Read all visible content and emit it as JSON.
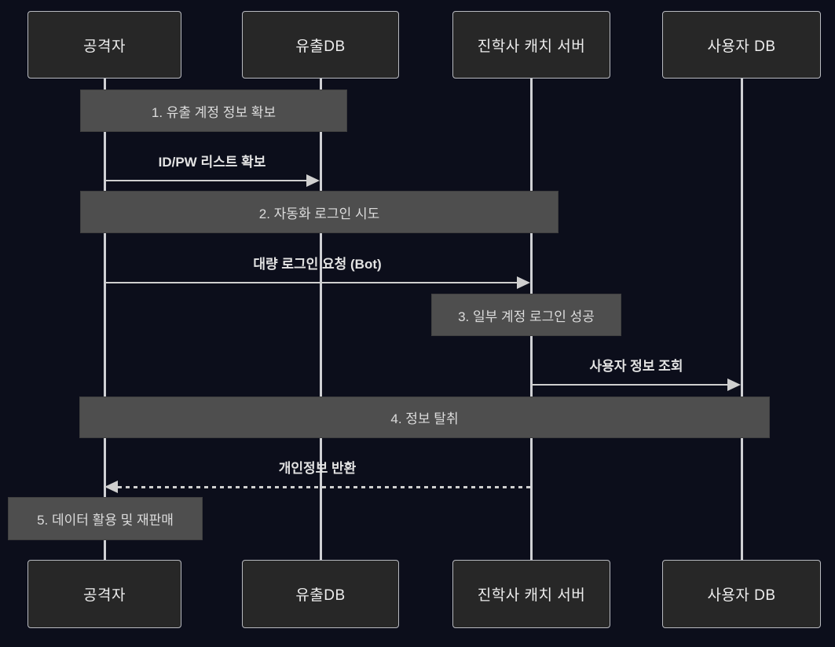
{
  "diagram_type": "sequence-diagram",
  "actors": [
    {
      "label": "공격자"
    },
    {
      "label": "유출DB"
    },
    {
      "label": "진학사 캐치 서버"
    },
    {
      "label": "사용자 DB"
    }
  ],
  "notes": [
    {
      "label": "1. 유출 계정 정보 확보",
      "over": [
        "공격자",
        "유출DB"
      ]
    },
    {
      "label": "2. 자동화 로그인 시도",
      "over": [
        "공격자",
        "진학사 캐치 서버"
      ]
    },
    {
      "label": "3. 일부 계정 로그인 성공",
      "over": [
        "진학사 캐치 서버"
      ]
    },
    {
      "label": "4. 정보 탈취",
      "over": [
        "공격자",
        "사용자 DB"
      ]
    },
    {
      "label": "5. 데이터 활용 및 재판매",
      "over": [
        "공격자"
      ]
    }
  ],
  "messages": [
    {
      "from": "공격자",
      "to": "유출DB",
      "label": "ID/PW 리스트 확보",
      "line": "solid"
    },
    {
      "from": "공격자",
      "to": "진학사 캐치 서버",
      "label": "대량 로그인 요청 (Bot)",
      "line": "solid"
    },
    {
      "from": "진학사 캐치 서버",
      "to": "사용자 DB",
      "label": "사용자 정보 조회",
      "line": "solid"
    },
    {
      "from": "진학사 캐치 서버",
      "to": "공격자",
      "label": "개인정보 반환",
      "line": "dotted"
    }
  ],
  "colors": {
    "background": "#0c0e1b",
    "actor_fill": "#272727",
    "actor_border": "#b8bac0",
    "note_fill": "#4e4e4e",
    "lifeline": "#cfd0d4",
    "arrow": "#cfcfcf",
    "text": "#ececec"
  }
}
